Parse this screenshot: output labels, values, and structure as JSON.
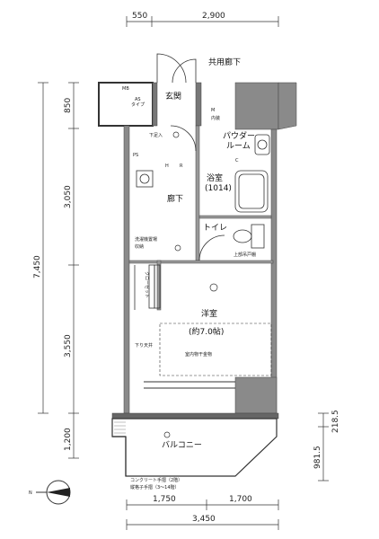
{
  "dimensions": {
    "top_left": "550",
    "top_right": "2,900",
    "left_850": "850",
    "left_3050": "3,050",
    "left_7450": "7,450",
    "left_3550": "3,550",
    "left_1200": "1,200",
    "bottom_left": "1,750",
    "bottom_right": "1,700",
    "bottom_total": "3,450",
    "right_2185": "218.5",
    "right_9815": "981.5"
  },
  "rooms": {
    "corridor_common": "共用廊下",
    "entrance": "玄関",
    "powder": "パウダー",
    "powder2": "ルーム",
    "bath": "浴室",
    "bath_size": "(1014)",
    "hallway": "廊下",
    "toilet": "トイレ",
    "western": "洋室",
    "western_size": "(約7.0帖)",
    "balcony": "バルコニー"
  },
  "labels": {
    "mb": "MB",
    "as": "AS",
    "type": "タイプ",
    "shoe": "下足入",
    "ps": "PS",
    "laundry": "洗濯機置場",
    "storage": "収納",
    "closet": "クローゼット",
    "upper": "上部吊戸棚",
    "ceiling": "下り天井",
    "indoor": "室内物干金物",
    "concrete": "コンクリート手摺（2階）",
    "railing": "縦格子手摺（3～14階）",
    "n": "N",
    "c": "C",
    "r": "R",
    "m": "M",
    "uchi": "内装",
    "h": "H"
  },
  "icons": [
    "compass-icon",
    "washer-icon",
    "toilet-icon",
    "bathtub-icon",
    "sink-icon",
    "light-icon"
  ]
}
